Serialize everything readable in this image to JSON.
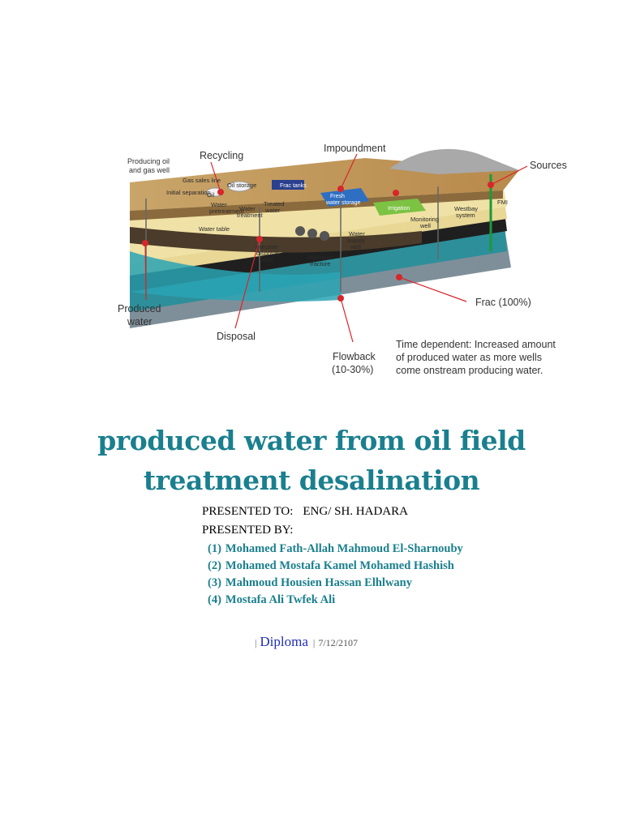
{
  "diagram": {
    "labels": {
      "producing_well": [
        "Producing oil",
        "and gas well"
      ],
      "recycling": "Recycling",
      "impoundment": "Impoundment",
      "sources": "Sources",
      "produced_water": [
        "Produced",
        "water"
      ],
      "disposal": "Disposal",
      "flowback": [
        "Flowback",
        "(10-30%)"
      ],
      "frac": "Frac (100%)",
      "time_dependent": [
        "Time dependent: Increased amount",
        "of produced water as more wells",
        "come onstream producing water."
      ]
    },
    "inner_labels": {
      "oil_storage": "Oil storage",
      "frac_tanks": "Frac tanks",
      "fresh_water_storage": [
        "Fresh",
        "water storage"
      ],
      "irrigation": "Irrigation",
      "monitoring_well": [
        "Monitoring",
        "well"
      ],
      "westbay_system": [
        "Westbay",
        "system"
      ],
      "fmi": "FMI",
      "water_table": "Water table",
      "injection_disposal": [
        "Injection",
        "disposal",
        "wells"
      ],
      "hydraulic_fracture": [
        "Hydraulic",
        "fracture"
      ],
      "water_supply_well": [
        "Water",
        "supply",
        "well"
      ],
      "gas_sales_line": "Gas sales line",
      "initial_separation": "Initial separation",
      "water_pretreatment": [
        "Water",
        "pretreatment"
      ],
      "water_treatment": [
        "Water",
        "treatment"
      ],
      "treated_water": [
        "Treated",
        "water"
      ],
      "oil": "Oil"
    }
  },
  "title": {
    "line1": "produced water from oil field",
    "line2": "treatment desalination"
  },
  "presented_to": {
    "label": "PRESENTED TO:",
    "value": "ENG/ SH. HADARA"
  },
  "presented_by": {
    "label": "PRESENTED BY:"
  },
  "authors": [
    {
      "num": "(1)",
      "name": "Mohamed Fath-Allah Mahmoud El-Sharnouby"
    },
    {
      "num": "(2)",
      "name": "Mohamed Mostafa Kamel Mohamed Hashish"
    },
    {
      "num": "(3)",
      "name": "Mahmoud Housien Hassan Elhlwany"
    },
    {
      "num": "(4)",
      "name": "Mostafa Ali Twfek Ali"
    }
  ],
  "footer": {
    "separator": "|",
    "label": "Diploma",
    "date_separator": "|",
    "date": "7/12/2107"
  },
  "colors": {
    "accent": "#1a7f8e",
    "diploma": "#1f2fb8",
    "marker": "#d7262b"
  }
}
